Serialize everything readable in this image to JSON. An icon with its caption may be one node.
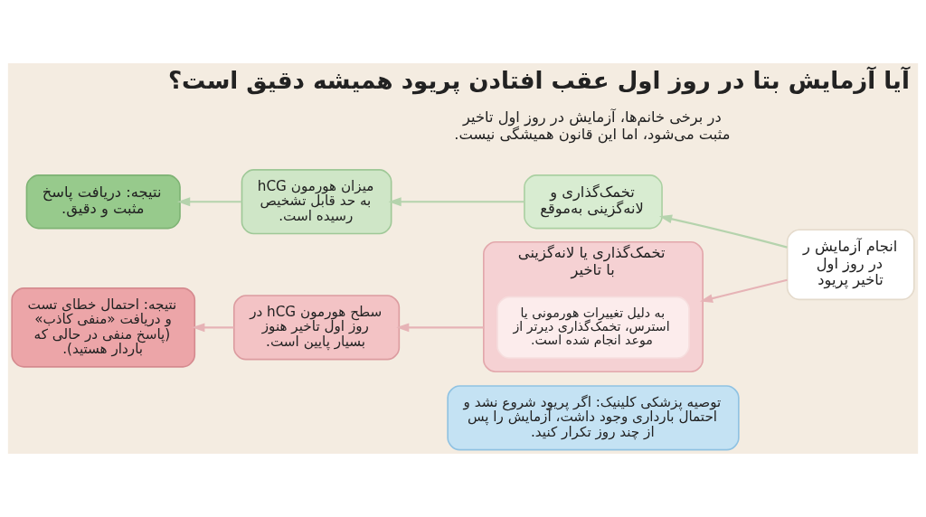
{
  "diagram": {
    "title": "آیا آزمایش بتا در روز اول عقب افتادن پریود همیشه دقیق است؟",
    "nodes": [
      {
        "text": [
          "انجام آزمایش ر در روز اول تاخیر پریود"
        ]
      },
      {
        "text": [
          "تخمک‌گذاری و لانه‌گزینی به‌موقع"
        ]
      },
      {
        "text": [
          "میزان هورمون hCG به حد قابل تشخیص رسیده است."
        ]
      },
      {
        "text": [
          "نتیجه: دریافت پاسخ مثبت و دقیق."
        ]
      },
      {
        "text": [
          "تخمک‌گذاری یا لانه‌گزینی با تاخیر"
        ]
      },
      {
        "text": [
          "به دلیل تغییرات هورمونی یا استرس، تخمک‌گذاری دیرتر از موعد انجام شده است."
        ],
        "in": 4
      },
      {
        "text": [
          "سطح هورمون hCG در روز اول تاخیر هنوز بسیار پایین است."
        ]
      },
      {
        "text": [
          "نتیجه: احتمال خطای تست و دریافت «منفی کاذب» (پاسخ منفی در حالی که باردار هستید)."
        ]
      },
      {
        "text": [
          "توصیه پزشکی کلینیک: اگر پریود شروع نشد و احتمال بارداری وجود داشت، آزمایش را پس از چند روز تکرار کنید."
        ]
      }
    ],
    "edges": [
      {
        "from": 0,
        "to": 1,
        "arrow": "to",
        "color": "#b5d3ad"
      },
      {
        "from": 1,
        "to": 2,
        "arrow": "to",
        "color": "#b5d3ad"
      },
      {
        "from": 2,
        "to": 3,
        "arrow": "to",
        "color": "#b5d3ad"
      },
      {
        "from": 0,
        "to": 4,
        "arrow": "to",
        "color": "#e6b3b6"
      },
      {
        "from": 4,
        "to": 6,
        "arrow": "to",
        "color": "#e6b3b6"
      },
      {
        "from": 6,
        "to": 7,
        "arrow": "to",
        "color": "#e6b3b6"
      }
    ],
    "labels": [
      "در برخی خانم‌ها، آزمایش در روز اول تاخیر مثبت می‌شود، اما این قانون همیشگی نیست."
    ]
  }
}
